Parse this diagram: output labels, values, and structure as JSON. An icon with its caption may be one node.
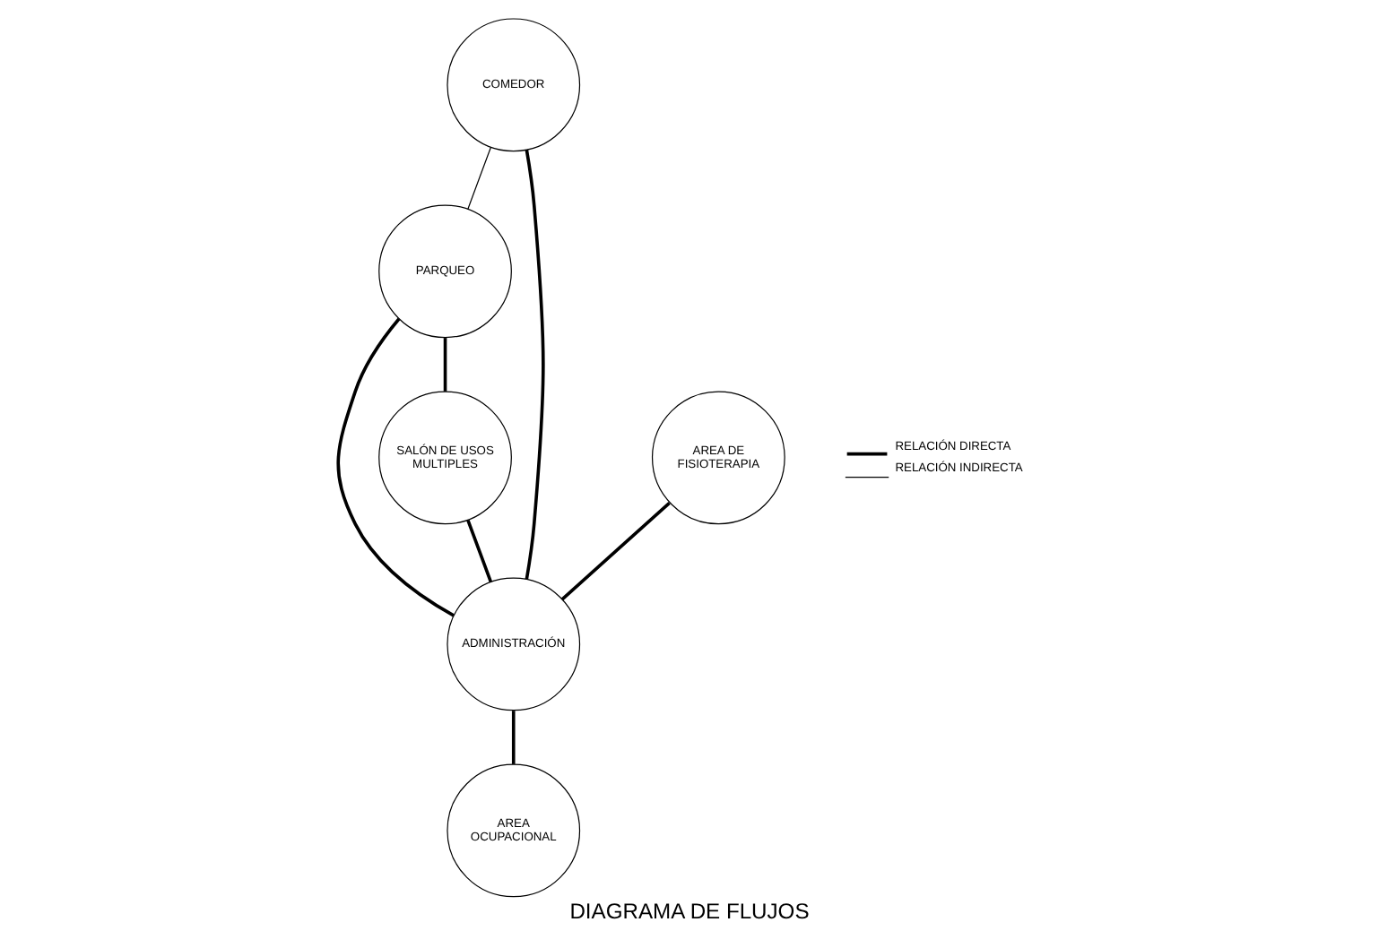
{
  "diagram": {
    "caption": "DIAGRAMA DE FLUJOS",
    "nodes": [
      {
        "text": [
          "COMEDOR"
        ]
      },
      {
        "text": [
          "AREA DE FISIOTERAPIA"
        ]
      },
      {
        "text": [
          "PARQUEO"
        ]
      },
      {
        "text": [
          "ADMINISTRACIÓN"
        ]
      },
      {
        "text": [
          "SALÓN DE USOS MULTIPLES"
        ]
      },
      {
        "text": [
          "AREA OCUPACIONAL"
        ]
      }
    ],
    "edges": [
      {
        "from": 0,
        "to": 2,
        "arrow": "none"
      },
      {
        "from": 0,
        "to": 3,
        "arrow": "none"
      },
      {
        "from": 1,
        "to": 3,
        "arrow": "none"
      },
      {
        "from": 2,
        "to": 3,
        "arrow": "none"
      },
      {
        "from": 2,
        "to": 4,
        "arrow": "none"
      },
      {
        "from": 4,
        "to": 3,
        "arrow": "none"
      },
      {
        "from": 3,
        "to": 5,
        "arrow": "none"
      }
    ],
    "legend": [
      {
        "text": "RELACIÓN DIRECTA"
      },
      {
        "text": "RELACIÓN INDIRECTA"
      }
    ]
  }
}
